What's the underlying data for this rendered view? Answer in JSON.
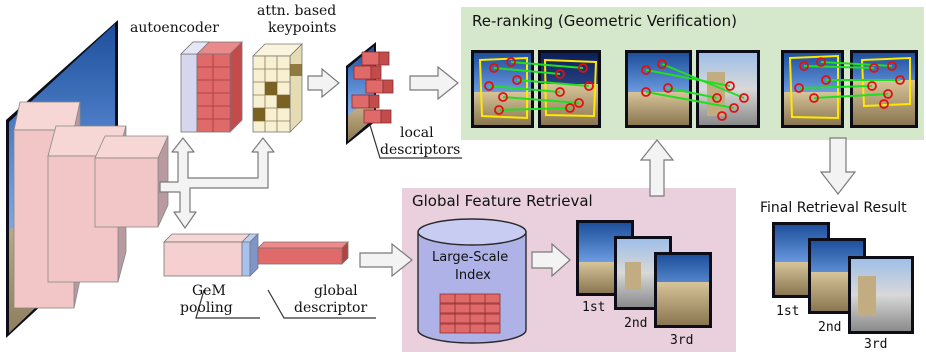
{
  "labels": {
    "autoencoder": "autoencoder",
    "attn_line1": "attn. based",
    "attn_line2": "keypoints",
    "local_line1": "local",
    "local_line2": "descriptors",
    "gem_line1": "GeM",
    "gem_line2": "pooling",
    "global_line1": "global",
    "global_line2": "descriptor"
  },
  "reranking": {
    "title": "Re-ranking (Geometric Verification)"
  },
  "global_retrieval": {
    "title": "Global Feature Retrieval",
    "index_line1": "Large-Scale",
    "index_line2": "Index",
    "ranks": [
      "1st",
      "2nd",
      "3rd"
    ]
  },
  "final": {
    "title": "Final Retrieval Result",
    "ranks": [
      "1st",
      "2nd",
      "3rd"
    ]
  },
  "colors": {
    "rerank_panel": "#d5e8cc",
    "global_panel": "#ead0dd",
    "feature_block": "#f2c6c6",
    "autoencoder_face": "#d6d6ee",
    "cube_red": "#e06a6a",
    "cube_cream": "#f8f0d2",
    "keypoint_brown": "#7a6222",
    "match_line": "#22dd22",
    "keypoint_circle": "#e01010",
    "box_yellow": "#ffe800",
    "arrow_fill": "#f3f3f3",
    "arrow_stroke": "#7a7a7a",
    "index_cylinder": "#aeb2e6"
  }
}
